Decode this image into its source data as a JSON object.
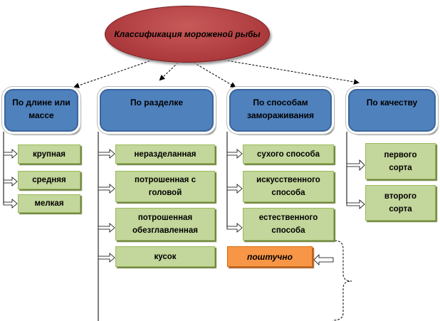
{
  "title": "Классификация мороженой рыбы",
  "categories": [
    {
      "label": "По длине или массе",
      "items": [
        "крупная",
        "средняя",
        "мелкая"
      ]
    },
    {
      "label": "По разделке",
      "items": [
        "неразделанная",
        "потрошенная с головой",
        "потрошенная обезглавленная",
        "кусок"
      ]
    },
    {
      "label": "По способам замораживания",
      "items": [
        "сухого способа",
        "искусственного способа",
        "естественного способа"
      ]
    },
    {
      "label": "По качеству",
      "items": [
        "первого сорта",
        "второго сорта"
      ]
    }
  ],
  "extra": "поштучно"
}
